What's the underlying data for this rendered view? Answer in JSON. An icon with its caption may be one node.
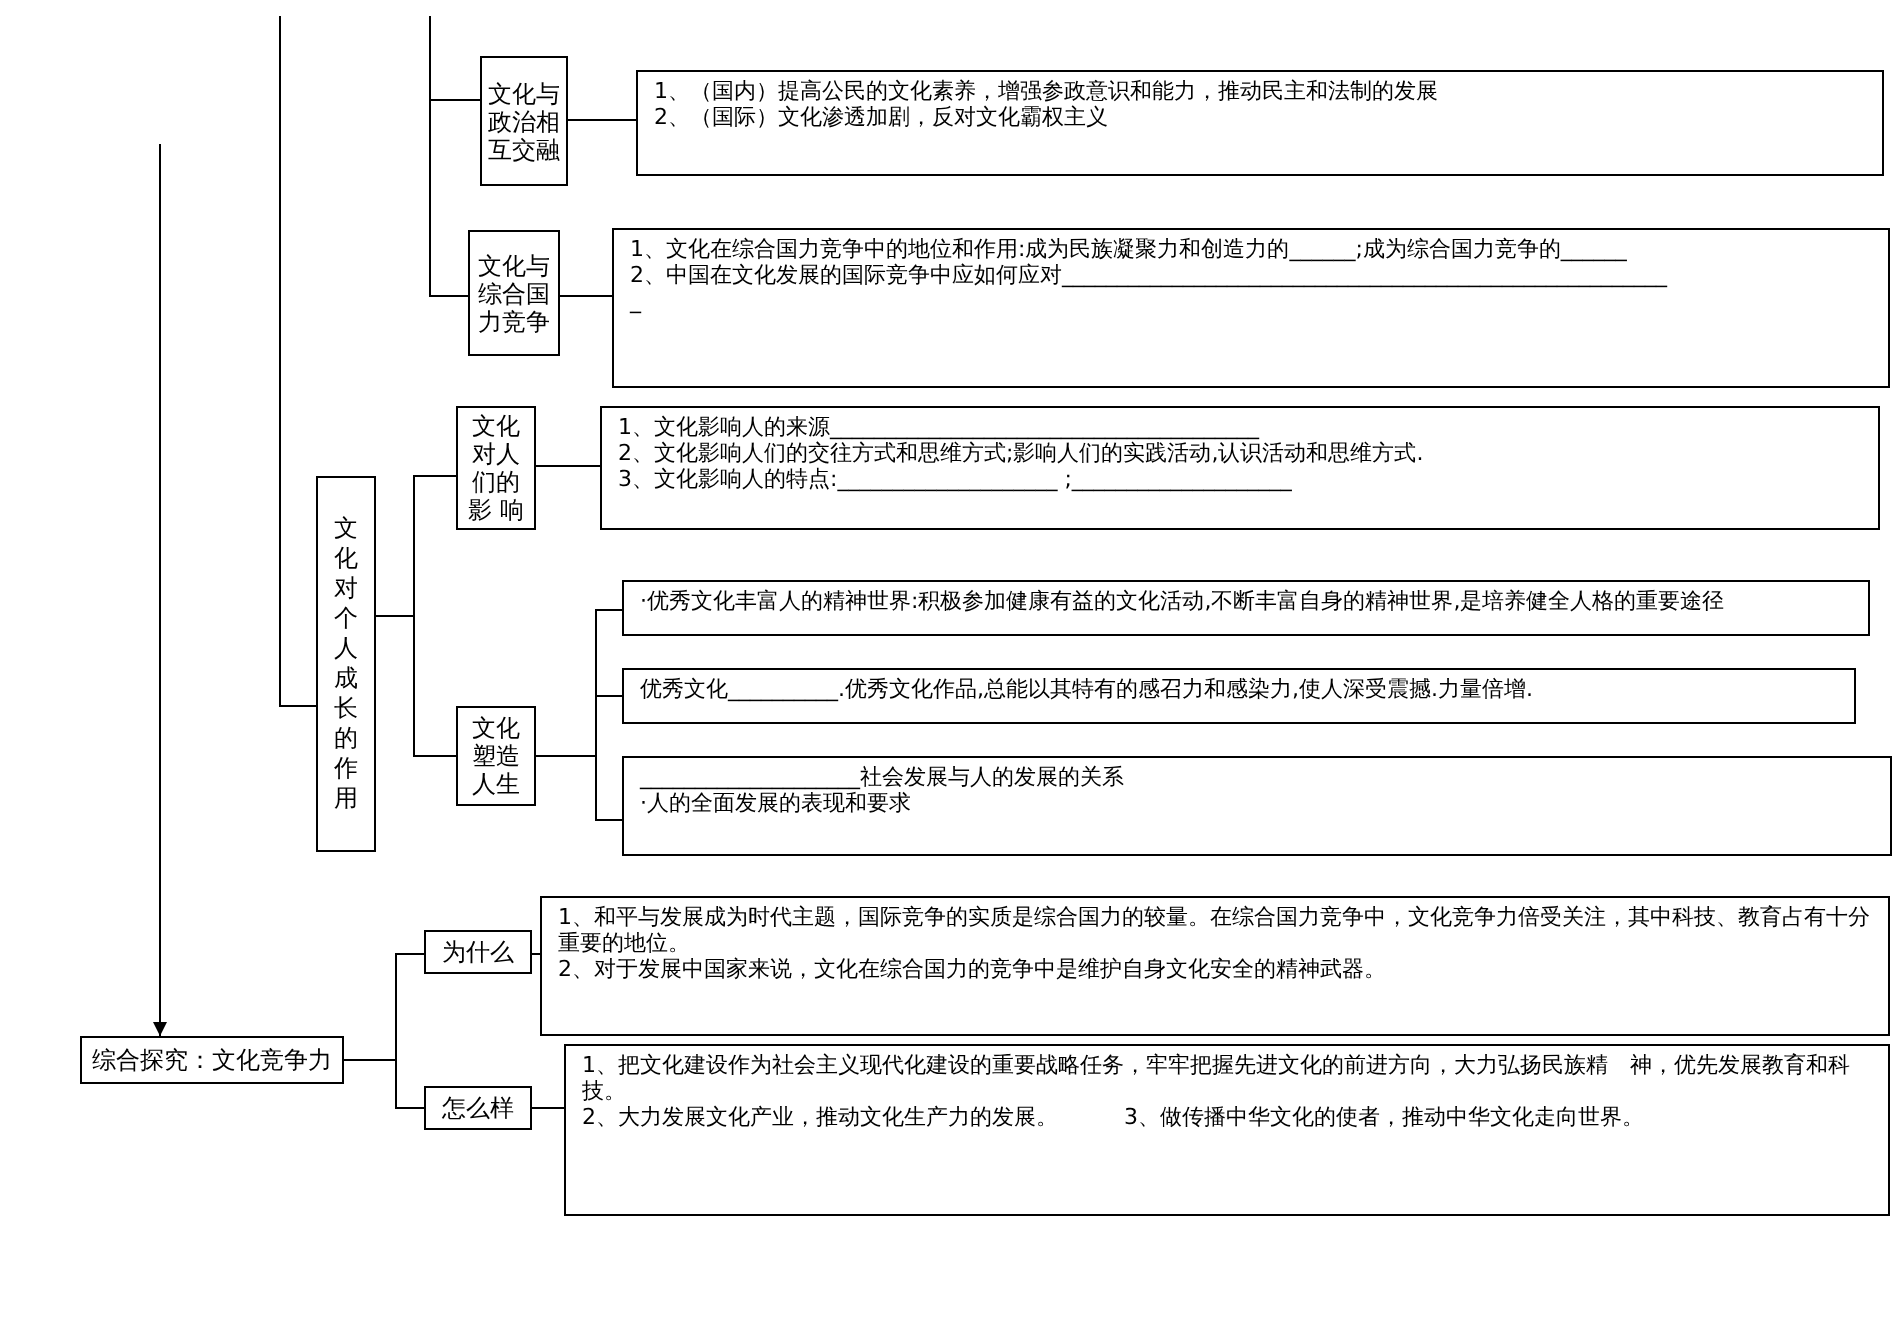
{
  "diagram": {
    "nodes": [
      {
        "text": [
          "文化与政治相互交融"
        ]
      },
      {
        "text": [
          "1、（国内）提高公民的文化素养，增强参政意识和能力，推动民主和法制的发展",
          "2、（国际）文化渗透加剧，反对文化霸权主义"
        ]
      },
      {
        "text": [
          "文化与综合国力竞争"
        ]
      },
      {
        "text": [
          "1、文化在综合国力竞争中的地位和作用:成为民族凝聚力和创造力的______;成为综合国力竞争的______",
          "2、中国在文化发展的国际竞争中应如何应对_______________________________________________________",
          "_"
        ]
      },
      {
        "text": [
          "文化对个人成长的作用"
        ]
      },
      {
        "text": [
          "文化对人们的影 响"
        ]
      },
      {
        "text": [
          "1、文化影响人的来源_______________________________________",
          "2、文化影响人们的交往方式和思维方式;影响人们的实践活动,认识活动和思维方式.",
          "3、文化影响人的特点:____________________ ;____________________"
        ]
      },
      {
        "text": [
          "文化塑造人生"
        ]
      },
      {
        "text": [
          "·优秀文化丰富人的精神世界:积极参加健康有益的文化活动,不断丰富自身的精神世界,是培养健全人格的重要途径"
        ]
      },
      {
        "text": [
          "优秀文化__________.优秀文化作品,总能以其特有的感召力和感染力,使人深受震撼.力量倍增."
        ]
      },
      {
        "text": [
          "____________________社会发展与人的发展的关系",
          "·人的全面发展的表现和要求"
        ]
      },
      {
        "text": [
          "综合探究：文化竞争力"
        ]
      },
      {
        "text": [
          "为什么"
        ]
      },
      {
        "text": [
          "1、和平与发展成为时代主题，国际竞争的实质是综合国力的较量。在综合国力竞争中，文化竞争力倍受关注，其中科技、教育占有十分重要的地位。",
          "2、对于发展中国家来说，文化在综合国力的竞争中是维护自身文化安全的精神武器。"
        ]
      },
      {
        "text": [
          "怎么样"
        ]
      },
      {
        "text": [
          "1、把文化建设作为社会主义现代化建设的重要战略任务，牢牢把握先进文化的前进方向，大力弘扬民族精　神，优先发展教育和科技。",
          "2、大力发展文化产业，推动文化生产力的发展。　　　3、做传播中华文化的使者，推动中华文化走向世界。"
        ]
      }
    ],
    "edges": [
      {
        "from": null,
        "to": 11,
        "arrow": "to"
      },
      {
        "from": null,
        "to": 0,
        "arrow": "none"
      },
      {
        "from": null,
        "to": 2,
        "arrow": "none"
      },
      {
        "from": 0,
        "to": 1,
        "arrow": "none"
      },
      {
        "from": 2,
        "to": 3,
        "arrow": "none"
      },
      {
        "from": null,
        "to": 4,
        "arrow": "none"
      },
      {
        "from": 4,
        "to": 5,
        "arrow": "none"
      },
      {
        "from": 4,
        "to": 7,
        "arrow": "none"
      },
      {
        "from": 5,
        "to": 6,
        "arrow": "none"
      },
      {
        "from": 7,
        "to": 8,
        "arrow": "none"
      },
      {
        "from": 7,
        "to": 9,
        "arrow": "none"
      },
      {
        "from": 7,
        "to": 10,
        "arrow": "none"
      },
      {
        "from": 11,
        "to": 12,
        "arrow": "none"
      },
      {
        "from": 11,
        "to": 14,
        "arrow": "none"
      },
      {
        "from": 12,
        "to": 13,
        "arrow": "none"
      },
      {
        "from": 14,
        "to": 15,
        "arrow": "none"
      }
    ]
  }
}
